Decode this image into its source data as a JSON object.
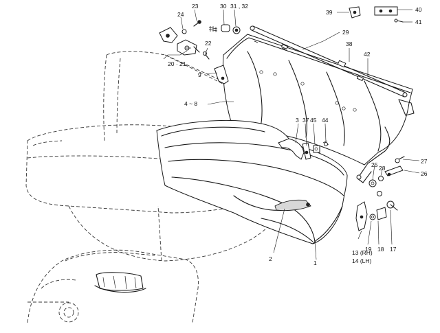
{
  "callouts": {
    "c1": "1",
    "c2": "2",
    "c3": "3",
    "c4_8": "4 ~ 8",
    "c9": "9",
    "c13": "13 (RH)",
    "c14": "14 (LH)",
    "c17": "17",
    "c18": "18",
    "c19": "19",
    "c20_21": "20 · 21",
    "c22": "22",
    "c23": "23",
    "c24": "24",
    "c25": "25",
    "c26": "26",
    "c27": "27",
    "c28": "28",
    "c29": "29",
    "c30": "30",
    "c31_32": "31 , 32",
    "c37": "37",
    "c38": "38",
    "c39": "39",
    "c40": "40",
    "c41": "41",
    "c42": "42",
    "c44": "44",
    "c45": "45"
  }
}
